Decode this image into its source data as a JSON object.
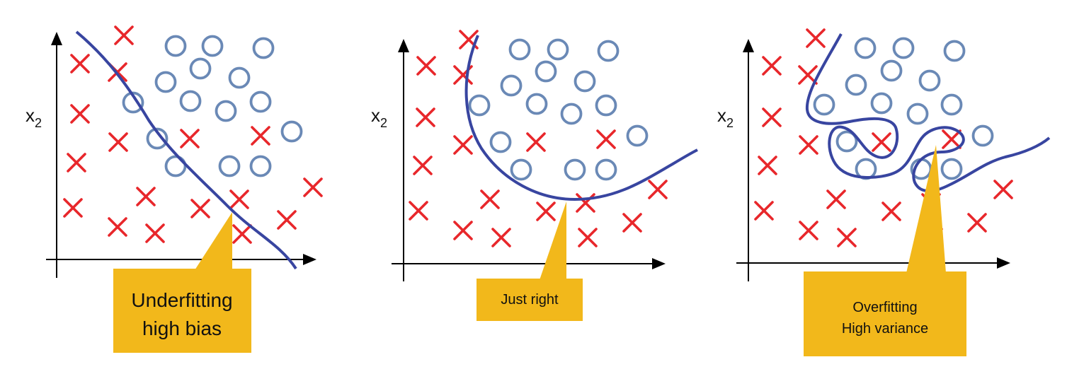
{
  "colors": {
    "cross": "#e8272b",
    "circle": "#6a89b6",
    "curve": "#3845a0",
    "callout": "#f2b81b",
    "axis": "#000000"
  },
  "panels": [
    {
      "name": "underfitting",
      "y_axis_label": "x",
      "y_axis_sub": "2",
      "callout_lines": [
        "Underfitting",
        "high bias"
      ]
    },
    {
      "name": "just-right",
      "y_axis_label": "x",
      "y_axis_sub": "2",
      "callout_lines": [
        "Just right"
      ]
    },
    {
      "name": "overfitting",
      "y_axis_label": "x",
      "y_axis_sub": "2",
      "callout_lines": [
        "Overfitting",
        "High variance"
      ]
    }
  ]
}
